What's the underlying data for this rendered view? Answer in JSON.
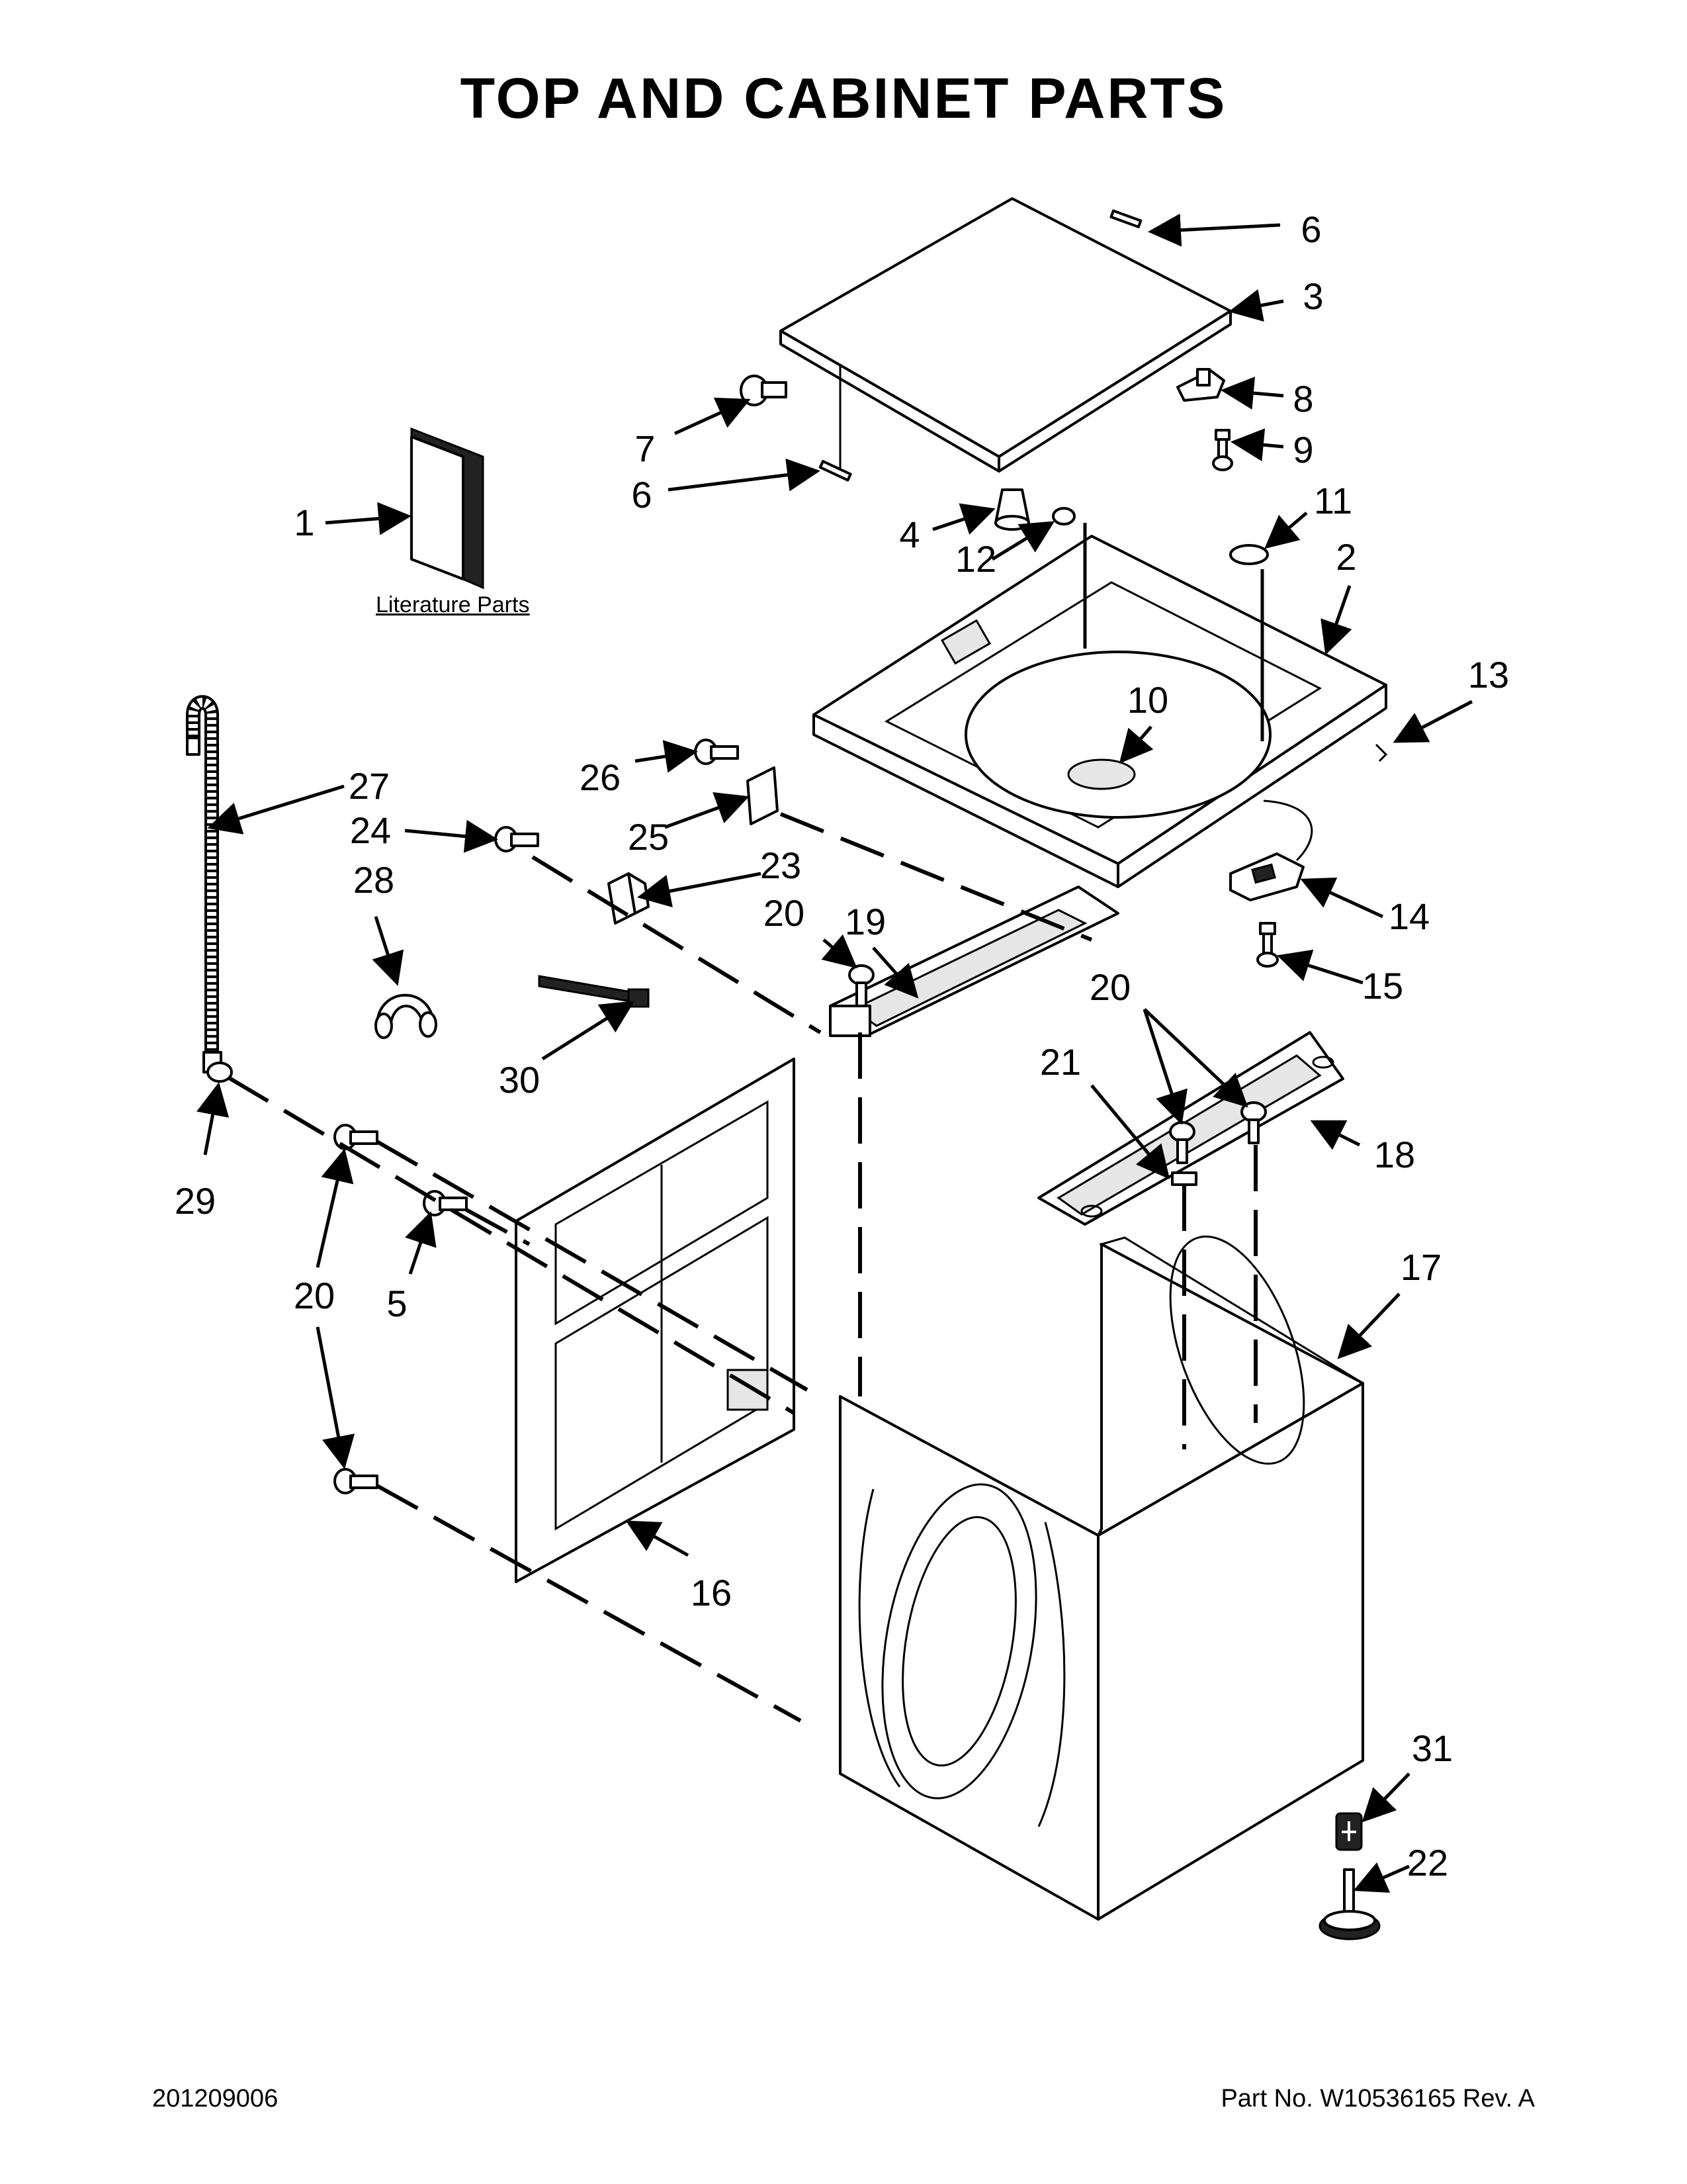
{
  "title": "TOP AND CABINET PARTS",
  "literature_label": "Literature Parts",
  "footer": {
    "diagram_code": "201209006",
    "part_number": "Part No.  W10536165   Rev.  A"
  },
  "callouts": [
    "1",
    "2",
    "3",
    "4",
    "5",
    "6",
    "6",
    "7",
    "8",
    "9",
    "10",
    "11",
    "12",
    "13",
    "14",
    "15",
    "16",
    "17",
    "18",
    "19",
    "20",
    "20",
    "20",
    "21",
    "22",
    "23",
    "24",
    "25",
    "26",
    "27",
    "28",
    "29",
    "30",
    "31"
  ]
}
